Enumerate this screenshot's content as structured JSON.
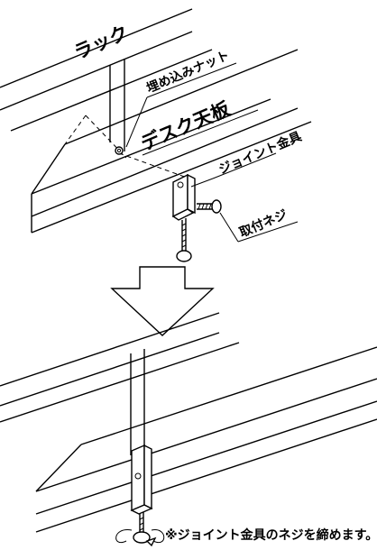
{
  "labels": {
    "rack": "ラック",
    "embedded_nut": "埋め込みナット",
    "desk_top": "デスク天板",
    "joint_fitting": "ジョイント金具",
    "mounting_screw": "取付ネジ",
    "note": "※ジョイント金具のネジを締めます。"
  }
}
